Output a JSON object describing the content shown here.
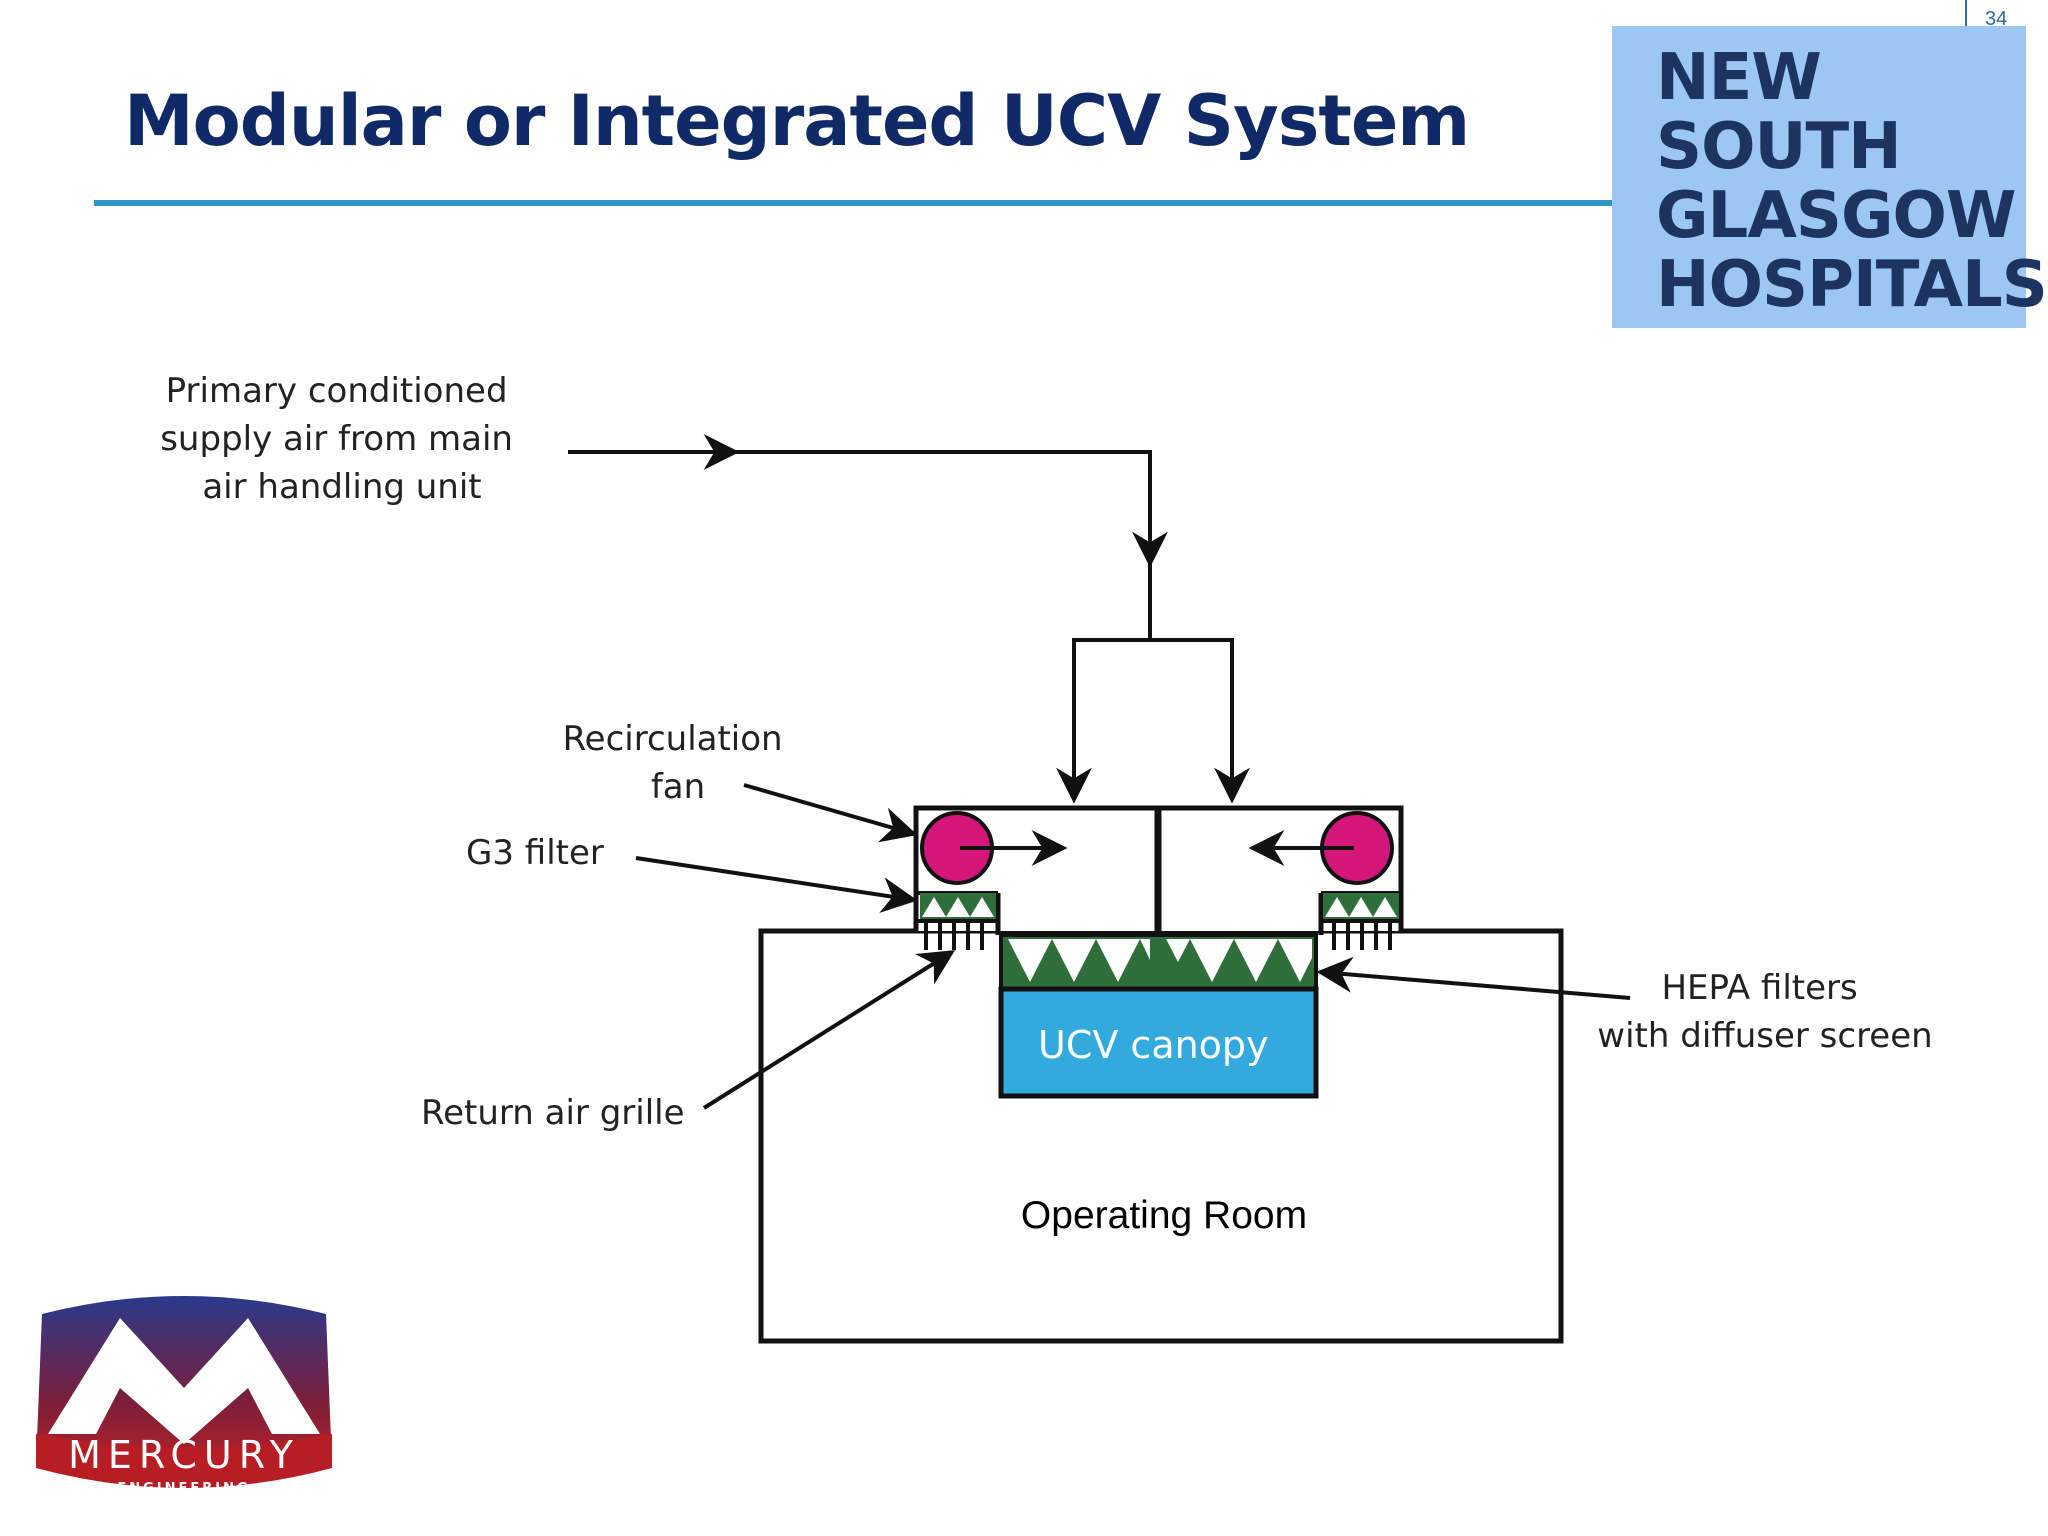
{
  "slide": {
    "title": "Modular or Integrated UCV System",
    "page_number": "34"
  },
  "logos": {
    "nsgh": [
      "NEW",
      "SOUTH",
      "GLASGOW",
      "HOSPITALS"
    ],
    "mercury_name": "MERCURY",
    "mercury_tagline": "ENGINEERING"
  },
  "diagram": {
    "primary_air": [
      "Primary conditioned",
      "supply air from main",
      "air handling unit"
    ],
    "recirc_fan": [
      "Recirculation",
      "fan"
    ],
    "g3_filter": "G3 filter",
    "return_grille": "Return air grille",
    "hepa": [
      "HEPA filters",
      "with diffuser screen"
    ],
    "canopy": "UCV canopy",
    "room": "Operating Room"
  },
  "colors": {
    "title": "#0f2a66",
    "rule": "#2e96c8",
    "nsgh_bg": "#9cc7f2",
    "fan": "#d4157a",
    "filter": "#2f6e3a",
    "canopy": "#33aadd"
  }
}
